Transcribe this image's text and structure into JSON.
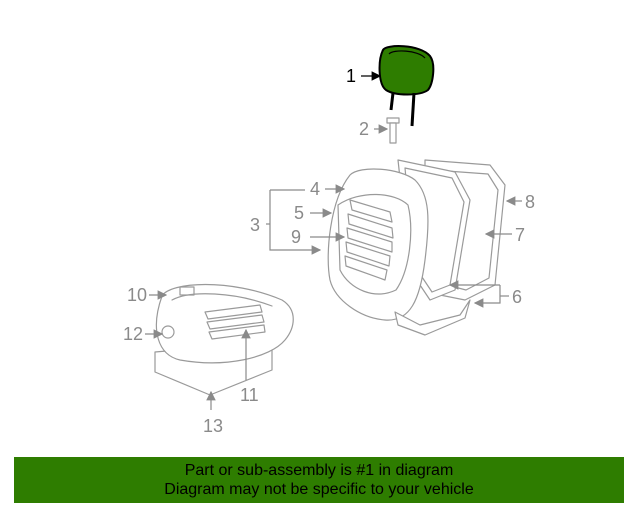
{
  "callouts": {
    "c1": "1",
    "c2": "2",
    "c3": "3",
    "c4": "4",
    "c5": "5",
    "c6": "6",
    "c7": "7",
    "c8": "8",
    "c9": "9",
    "c10": "10",
    "c11": "11",
    "c12": "12",
    "c13": "13"
  },
  "highlight_color": "#2e7d00",
  "banner": {
    "line1": "Part or sub-assembly is #1 in diagram",
    "line2": "Diagram may not be specific to your vehicle"
  }
}
